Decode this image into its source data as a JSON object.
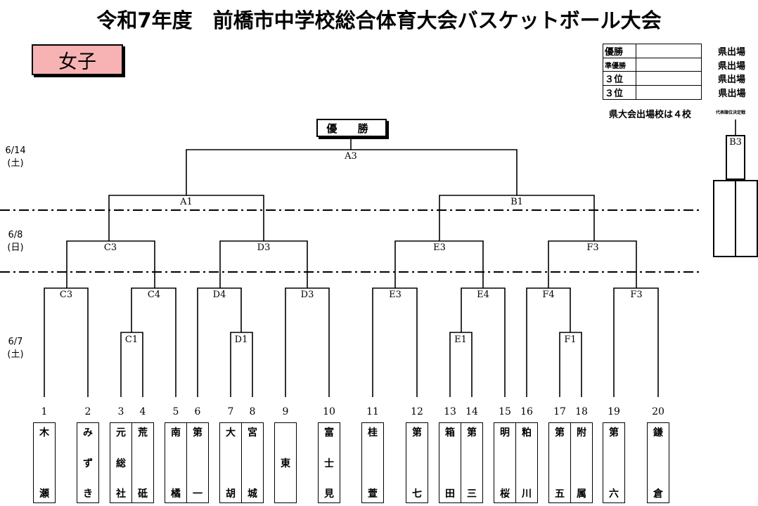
{
  "title": "令和7年度　前橋市中学校総合体育大会バスケットボール大会",
  "category": "女子",
  "results": [
    {
      "rank": "優勝",
      "qualifier": "県出場"
    },
    {
      "rank": "準優勝",
      "qualifier": "県出場"
    },
    {
      "rank": "３位",
      "qualifier": "県出場"
    },
    {
      "rank": "３位",
      "qualifier": "県出場"
    }
  ],
  "quota_text": "県大会出場校は４校",
  "quota_note": "代表順位決定戦",
  "champion_label": "優 勝",
  "dates": [
    {
      "date": "6/14",
      "day": "(土)"
    },
    {
      "date": "6/8",
      "day": "(日)"
    },
    {
      "date": "6/7",
      "day": "(土)"
    }
  ],
  "game_labels": {
    "A3": "A3",
    "A1": "A1",
    "B1": "B1",
    "C3_top": "C3",
    "D3_top": "D3",
    "E3_top": "E3",
    "F3_top": "F3",
    "C3": "C3",
    "C4": "C4",
    "D4": "D4",
    "D3": "D3",
    "E3": "E3",
    "E4": "E4",
    "F4": "F4",
    "F3": "F3",
    "C1": "C1",
    "D1": "D1",
    "E1": "E1",
    "F1": "F1",
    "B3": "B3"
  },
  "teams": [
    {
      "no": "1",
      "top": "木",
      "mid": "",
      "bot": "瀬"
    },
    {
      "no": "2",
      "top": "み",
      "mid": "ず",
      "bot": "き"
    },
    {
      "no": "3",
      "top": "元",
      "mid": "総",
      "bot": "社"
    },
    {
      "no": "4",
      "top": "荒",
      "mid": "",
      "bot": "砥"
    },
    {
      "no": "5",
      "top": "南",
      "mid": "",
      "bot": "橘"
    },
    {
      "no": "6",
      "top": "第",
      "mid": "",
      "bot": "一"
    },
    {
      "no": "7",
      "top": "大",
      "mid": "",
      "bot": "胡"
    },
    {
      "no": "8",
      "top": "宮",
      "mid": "",
      "bot": "城"
    },
    {
      "no": "9",
      "top": "",
      "mid": "東",
      "bot": ""
    },
    {
      "no": "10",
      "top": "富",
      "mid": "士",
      "bot": "見"
    },
    {
      "no": "11",
      "top": "桂",
      "mid": "",
      "bot": "萱"
    },
    {
      "no": "12",
      "top": "第",
      "mid": "",
      "bot": "七"
    },
    {
      "no": "13",
      "top": "箱",
      "mid": "",
      "bot": "田"
    },
    {
      "no": "14",
      "top": "第",
      "mid": "",
      "bot": "三"
    },
    {
      "no": "15",
      "top": "明",
      "mid": "",
      "bot": "桜"
    },
    {
      "no": "16",
      "top": "粕",
      "mid": "",
      "bot": "川"
    },
    {
      "no": "17",
      "top": "第",
      "mid": "",
      "bot": "五"
    },
    {
      "no": "18",
      "top": "附",
      "mid": "",
      "bot": "属"
    },
    {
      "no": "19",
      "top": "第",
      "mid": "",
      "bot": "六"
    },
    {
      "no": "20",
      "top": "鎌",
      "mid": "",
      "bot": "倉"
    }
  ]
}
